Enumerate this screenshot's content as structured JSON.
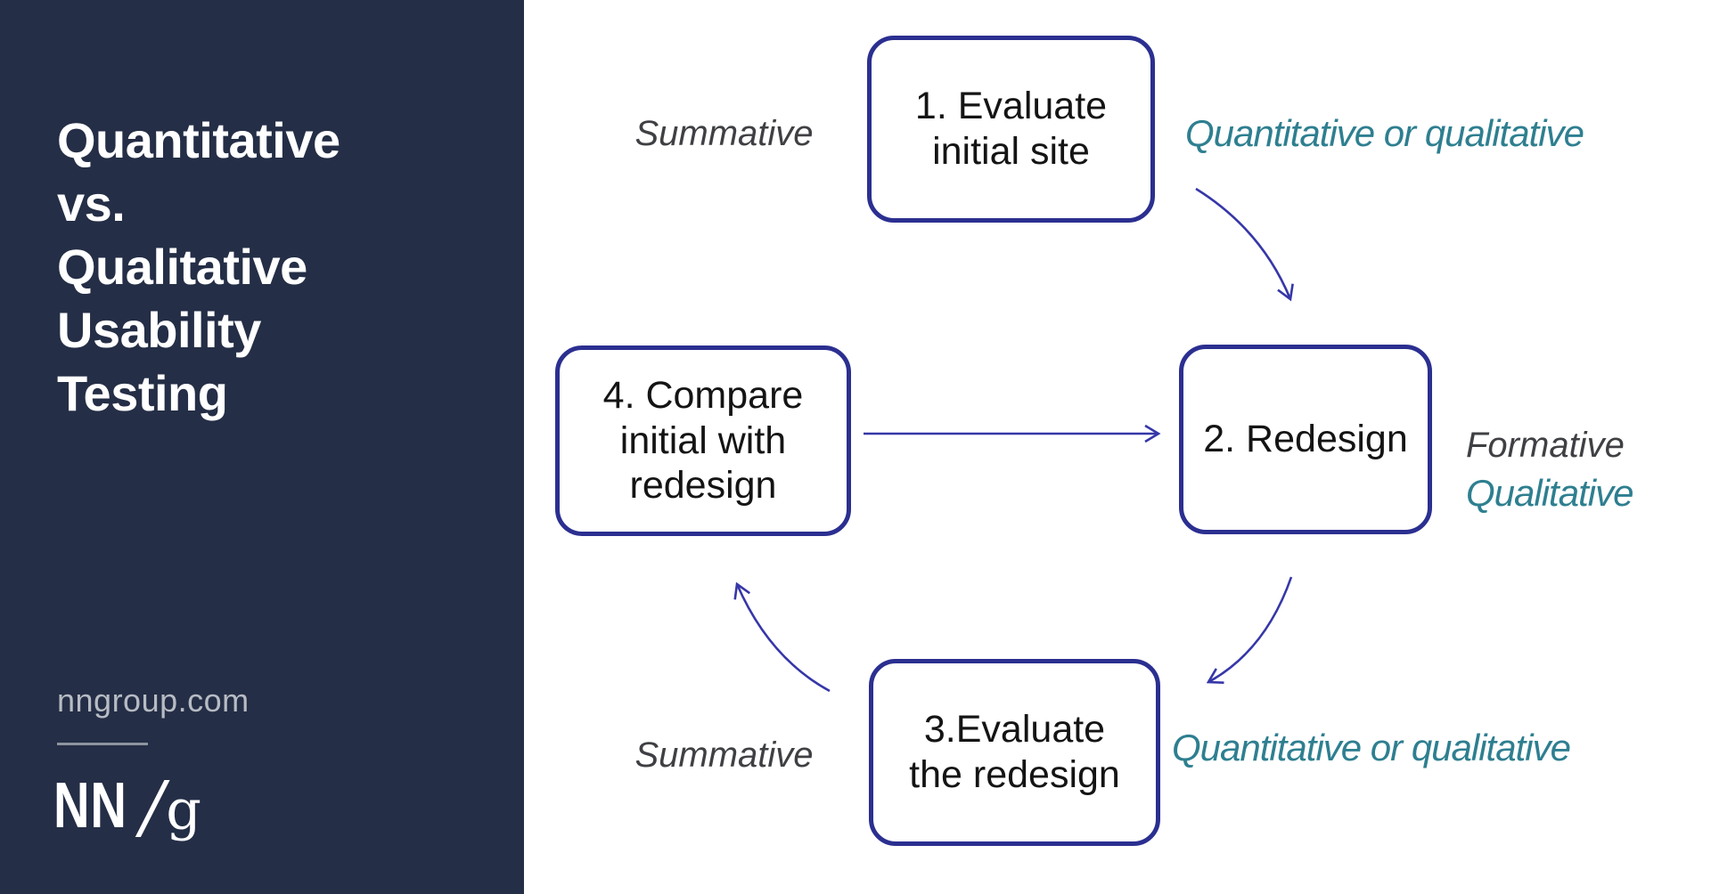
{
  "sidebar": {
    "title": "Quantitative\nvs.\nQualitative\nUsability\nTesting",
    "website": "nngroup.com",
    "logo_nn": "NN",
    "logo_slash": "/",
    "logo_g": "g",
    "background_color": "#242e46"
  },
  "diagram": {
    "type": "cycle",
    "nodes": [
      {
        "step": 1,
        "label": "1. Evaluate\ninitial site"
      },
      {
        "step": 2,
        "label": "2. Redesign"
      },
      {
        "step": 3,
        "label": "3.Evaluate\nthe redesign"
      },
      {
        "step": 4,
        "label": "4. Compare\ninitial with\nredesign"
      }
    ],
    "edges": [
      {
        "from": 1,
        "to": 2,
        "style": "curved-arrow"
      },
      {
        "from": 2,
        "to": 3,
        "style": "curved-arrow"
      },
      {
        "from": 3,
        "to": 4,
        "style": "curved-arrow"
      },
      {
        "from": 4,
        "to": 2,
        "style": "straight-arrow"
      }
    ],
    "annotations": [
      {
        "id": "summative_top",
        "text": "Summative",
        "relates_to_step": 1,
        "side": "left",
        "color": "#3f4043"
      },
      {
        "id": "quant_top",
        "text": "Quantitative or qualitative",
        "relates_to_step": 1,
        "side": "right",
        "color": "#2e7f90"
      },
      {
        "id": "formative",
        "text": "Formative",
        "relates_to_step": 2,
        "side": "right",
        "color": "#3f4043"
      },
      {
        "id": "qualitative",
        "text": "Qualitative",
        "relates_to_step": 2,
        "side": "right",
        "color": "#2e7f90"
      },
      {
        "id": "summative_bottom",
        "text": "Summative",
        "relates_to_step": 3,
        "side": "left",
        "color": "#3f4043"
      },
      {
        "id": "quant_bottom",
        "text": "Quantitative or qualitative",
        "relates_to_step": 3,
        "side": "right",
        "color": "#2e7f90"
      }
    ],
    "colors": {
      "node_border": "#2b2f90",
      "arrow": "#3637a8",
      "node_text": "#141414",
      "teal_label": "#2e7f90",
      "gray_label": "#3f4043"
    }
  }
}
